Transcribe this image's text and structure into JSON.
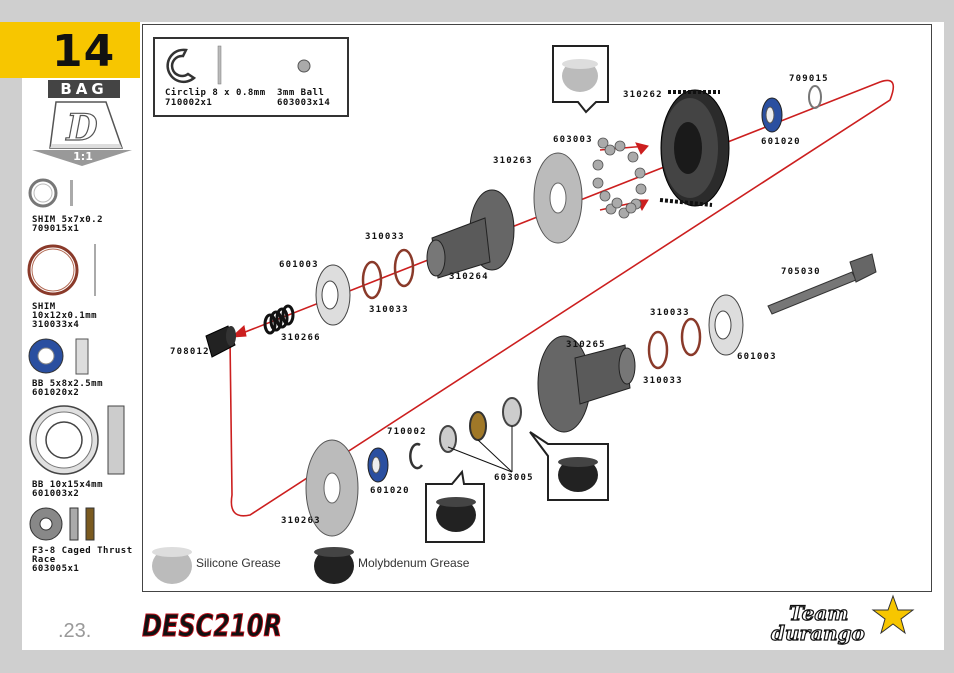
{
  "step": {
    "number": "14",
    "bag_label": "BAG",
    "bag_letter": "D",
    "scale": "1:1"
  },
  "parts_box": {
    "circlip": {
      "name": "Circlip 8 x 0.8mm",
      "code": "710002x1"
    },
    "ball": {
      "name": "3mm Ball",
      "code": "603003x14"
    }
  },
  "side_parts": [
    {
      "name": "SHIM 5x7x0.2",
      "code": "709015x1"
    },
    {
      "name_line1": "SHIM",
      "name_line2": "10x12x0.1mm",
      "code": "310033x4"
    },
    {
      "name": "BB 5x8x2.5mm",
      "code": "601020x2"
    },
    {
      "name": "BB 10x15x4mm",
      "code": "601003x2"
    },
    {
      "name_line1": "F3-8 Caged Thrust",
      "name_line2": "Race",
      "code": "603005x1"
    }
  ],
  "labels": {
    "gear": "310262",
    "shim_top_right": "709015",
    "bearing_top_right": "601020",
    "balls": "603003",
    "plate_top": "310263",
    "shim_a": "310033",
    "shim_b": "310033",
    "outdrive_top": "310264",
    "bearing_left": "601003",
    "spring": "310266",
    "nut": "708012",
    "shaft": "705030",
    "shim_c": "310033",
    "shim_d": "310033",
    "bearing_right": "601003",
    "outdrive_bottom": "310265",
    "circlip": "710002",
    "thrust": "603005",
    "bearing_bottom": "601020",
    "plate_bottom": "310263"
  },
  "legend": {
    "silicone": "Silicone Grease",
    "moly": "Molybdenum Grease"
  },
  "footer": {
    "page": ".23.",
    "logo_left": "DESC210R",
    "logo_right_line1": "Team",
    "logo_right_line2": "durango"
  },
  "colors": {
    "accent": "#f7c600",
    "line": "#cc1f1f",
    "shim_brown": "#8a3a2a",
    "bearing_blue": "#2a4fa0"
  }
}
